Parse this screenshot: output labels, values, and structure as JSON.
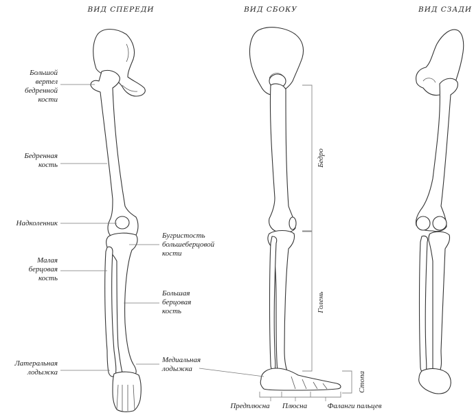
{
  "views": {
    "front": "ВИД СПЕРЕДИ",
    "side": "ВИД СБОКУ",
    "back": "ВИД СЗАДИ"
  },
  "labels": {
    "greater_trochanter": [
      "Большой",
      "вертел",
      "бедренной",
      "кости"
    ],
    "femur": [
      "Бедренная",
      "кость"
    ],
    "patella": [
      "Надколенник"
    ],
    "fibula": [
      "Малая",
      "берцовая",
      "кость"
    ],
    "lateral_malleolus": [
      "Латеральная",
      "лодыжка"
    ],
    "tibial_tuberosity": [
      "Бугристость",
      "большеберцовой",
      "кости"
    ],
    "tibia": [
      "Большая",
      "берцовая",
      "кость"
    ],
    "medial_malleolus": [
      "Медиальная",
      "лодыжка"
    ],
    "thigh": "Бедро",
    "shin": "Голень",
    "foot": "Стопа",
    "tarsus": "Предплюсна",
    "metatarsus": "Плюсна",
    "phalanges": "Фаланги пальцев"
  }
}
